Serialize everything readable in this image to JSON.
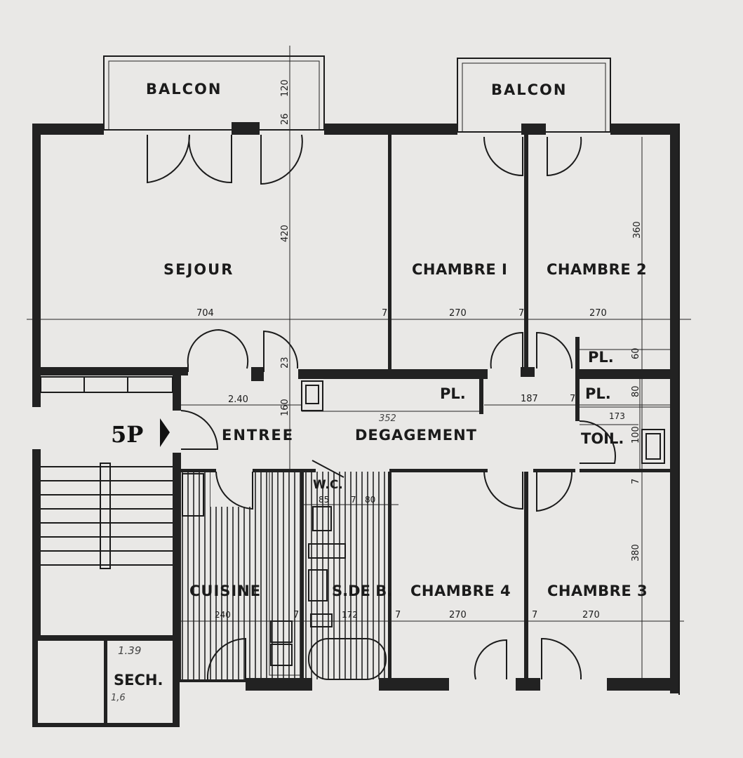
{
  "rooms": {
    "balcon_left": "BALCON",
    "balcon_right": "BALCON",
    "sejour": "SEJOUR",
    "chambre1": "CHAMBRE I",
    "chambre2": "CHAMBRE 2",
    "chambre3": "CHAMBRE 3",
    "chambre4": "CHAMBRE 4",
    "entree": "ENTREE",
    "degagement": "DEGAGEMENT",
    "pl_corridor": "PL.",
    "pl_top": "PL.",
    "pl_mid": "PL.",
    "toilette": "TOIL.",
    "wc": "W.C.",
    "cuisine": "CUISINE",
    "sdb": "S.DE B.",
    "sechoir": "SECH."
  },
  "apartment_type": "5P",
  "dimensions": {
    "balcon_depth": "120",
    "wall_26": "26",
    "sejour_depth": "420",
    "chambre2_depth": "360",
    "sejour_width": "704",
    "wall_7a": "7",
    "chambre1_width": "270",
    "wall_7b": "7",
    "chambre2_width": "270",
    "pl_60": "60",
    "wall_23": "23",
    "entree_width": "2.40",
    "entree_depth": "160",
    "degagement_hand": "352",
    "corridor_187": "187",
    "wall_7c": "7",
    "pl_80": "80",
    "toil_173": "173",
    "toil_100": "100",
    "wall_7d": "7",
    "wc_85": "85",
    "wall_7e": "7",
    "wc_80": "80",
    "chambre3_depth": "380",
    "cuisine_width": "240",
    "wall_7f": "7",
    "sdb_width": "172",
    "wall_7g": "7",
    "chambre4_width": "270",
    "wall_7h": "7",
    "chambre3_width": "270",
    "sech_hand_1": "1.39",
    "sech_hand_2": "1,6"
  }
}
